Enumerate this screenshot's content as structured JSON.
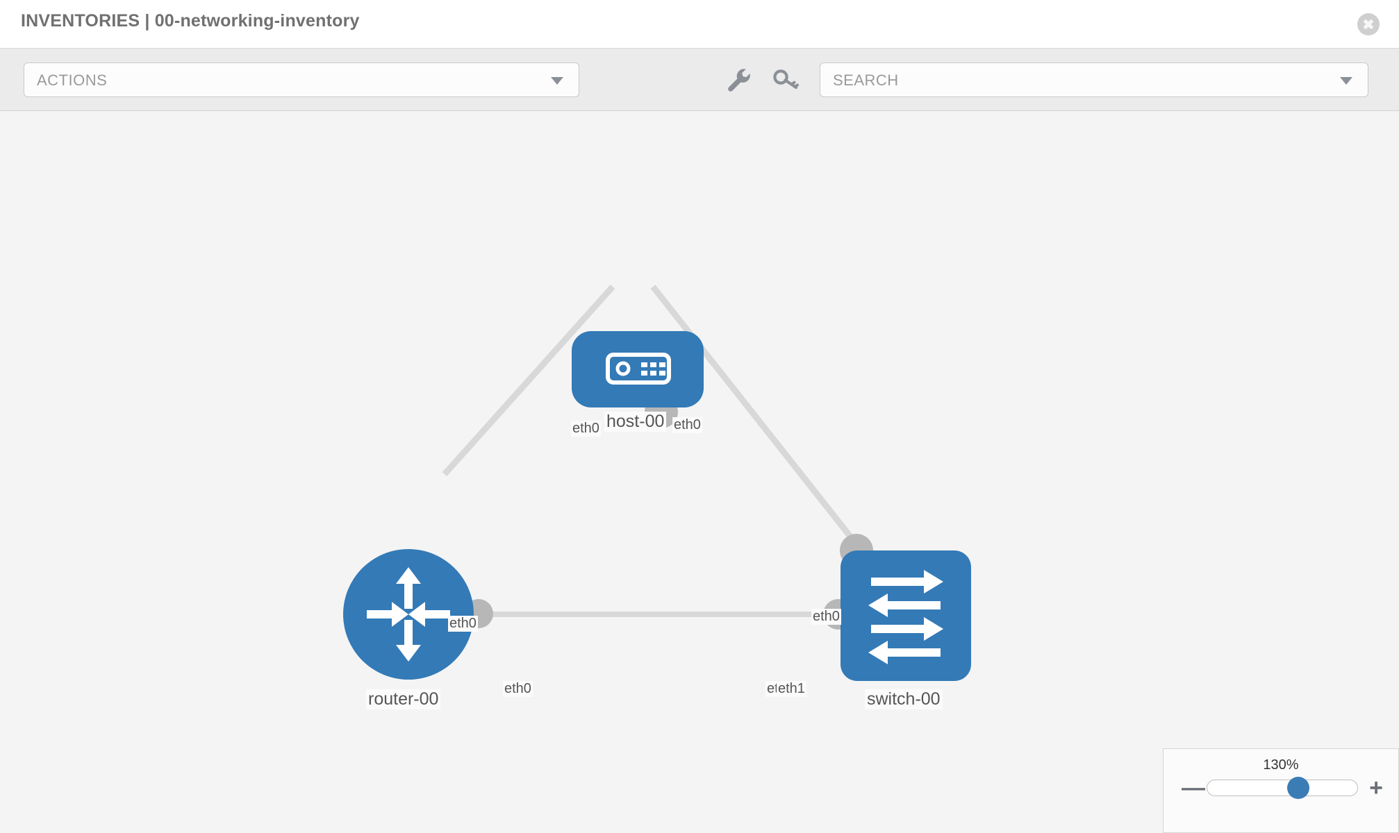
{
  "header": {
    "title": "INVENTORIES | 00-networking-inventory",
    "close_icon": "close-circle-icon"
  },
  "toolbar": {
    "actions_label": "ACTIONS",
    "actions_caret_icon": "chevron-down-icon",
    "wrench_icon": "wrench-icon",
    "key_icon": "key-icon",
    "search_placeholder": "SEARCH",
    "search_caret_icon": "chevron-down-icon"
  },
  "topology": {
    "nodes": [
      {
        "id": "host-00",
        "label": "host-00",
        "icon": "server-icon",
        "shape": "rounded-rect",
        "color": "#337ab7"
      },
      {
        "id": "router-00",
        "label": "router-00",
        "icon": "router-arrows-icon",
        "shape": "circle",
        "color": "#337ab7"
      },
      {
        "id": "switch-00",
        "label": "switch-00",
        "icon": "switch-arrows-icon",
        "shape": "rounded-square",
        "color": "#337ab7"
      }
    ],
    "edges": [
      {
        "from": "host-00",
        "to": "router-00",
        "from_label": "eth0",
        "to_label": "eth0"
      },
      {
        "from": "host-00",
        "to": "switch-00",
        "from_label": "eth0",
        "to_label": "eth0"
      },
      {
        "from": "router-00",
        "to": "switch-00",
        "from_label": "eth0",
        "to_label_a": "eth0",
        "to_label_b": "eth1"
      }
    ],
    "edge_color": "#d8d8d8"
  },
  "zoom": {
    "value": "130%",
    "minus_label": "—",
    "plus_label": "+",
    "handle_percent": 62
  }
}
